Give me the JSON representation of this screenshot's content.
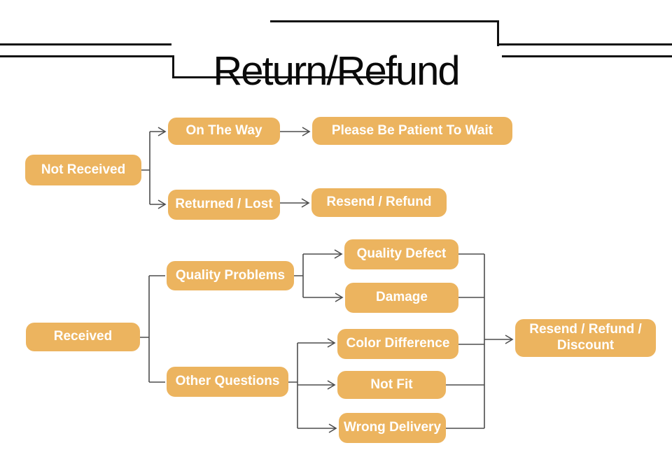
{
  "title": "Return/Refund",
  "colors": {
    "node_fill": "#ECB45F",
    "node_text": "#FFFFFF",
    "connector": "#4D4D4D",
    "frame": "#111111"
  },
  "nodes": {
    "not_received": "Not Received",
    "on_the_way": "On The Way",
    "please_wait": "Please Be Patient To Wait",
    "returned_lost": "Returned / Lost",
    "resend_refund": "Resend / Refund",
    "received": "Received",
    "quality_problems": "Quality Problems",
    "other_questions": "Other Questions",
    "quality_defect": "Quality Defect",
    "damage": "Damage",
    "color_difference": "Color Difference",
    "not_fit": "Not Fit",
    "wrong_delivery": "Wrong Delivery",
    "resend_refund_discount": "Resend / Refund / Discount"
  },
  "edges": [
    [
      "Not Received",
      "On The Way"
    ],
    [
      "Not Received",
      "Returned / Lost"
    ],
    [
      "On The Way",
      "Please Be Patient To Wait"
    ],
    [
      "Returned / Lost",
      "Resend / Refund"
    ],
    [
      "Received",
      "Quality Problems"
    ],
    [
      "Received",
      "Other Questions"
    ],
    [
      "Quality Problems",
      "Quality Defect"
    ],
    [
      "Quality Problems",
      "Damage"
    ],
    [
      "Other Questions",
      "Color Difference"
    ],
    [
      "Other Questions",
      "Not Fit"
    ],
    [
      "Other Questions",
      "Wrong Delivery"
    ],
    [
      "Quality Defect",
      "Resend / Refund / Discount"
    ],
    [
      "Damage",
      "Resend / Refund / Discount"
    ],
    [
      "Color Difference",
      "Resend / Refund / Discount"
    ],
    [
      "Not Fit",
      "Resend / Refund / Discount"
    ],
    [
      "Wrong Delivery",
      "Resend / Refund / Discount"
    ]
  ]
}
